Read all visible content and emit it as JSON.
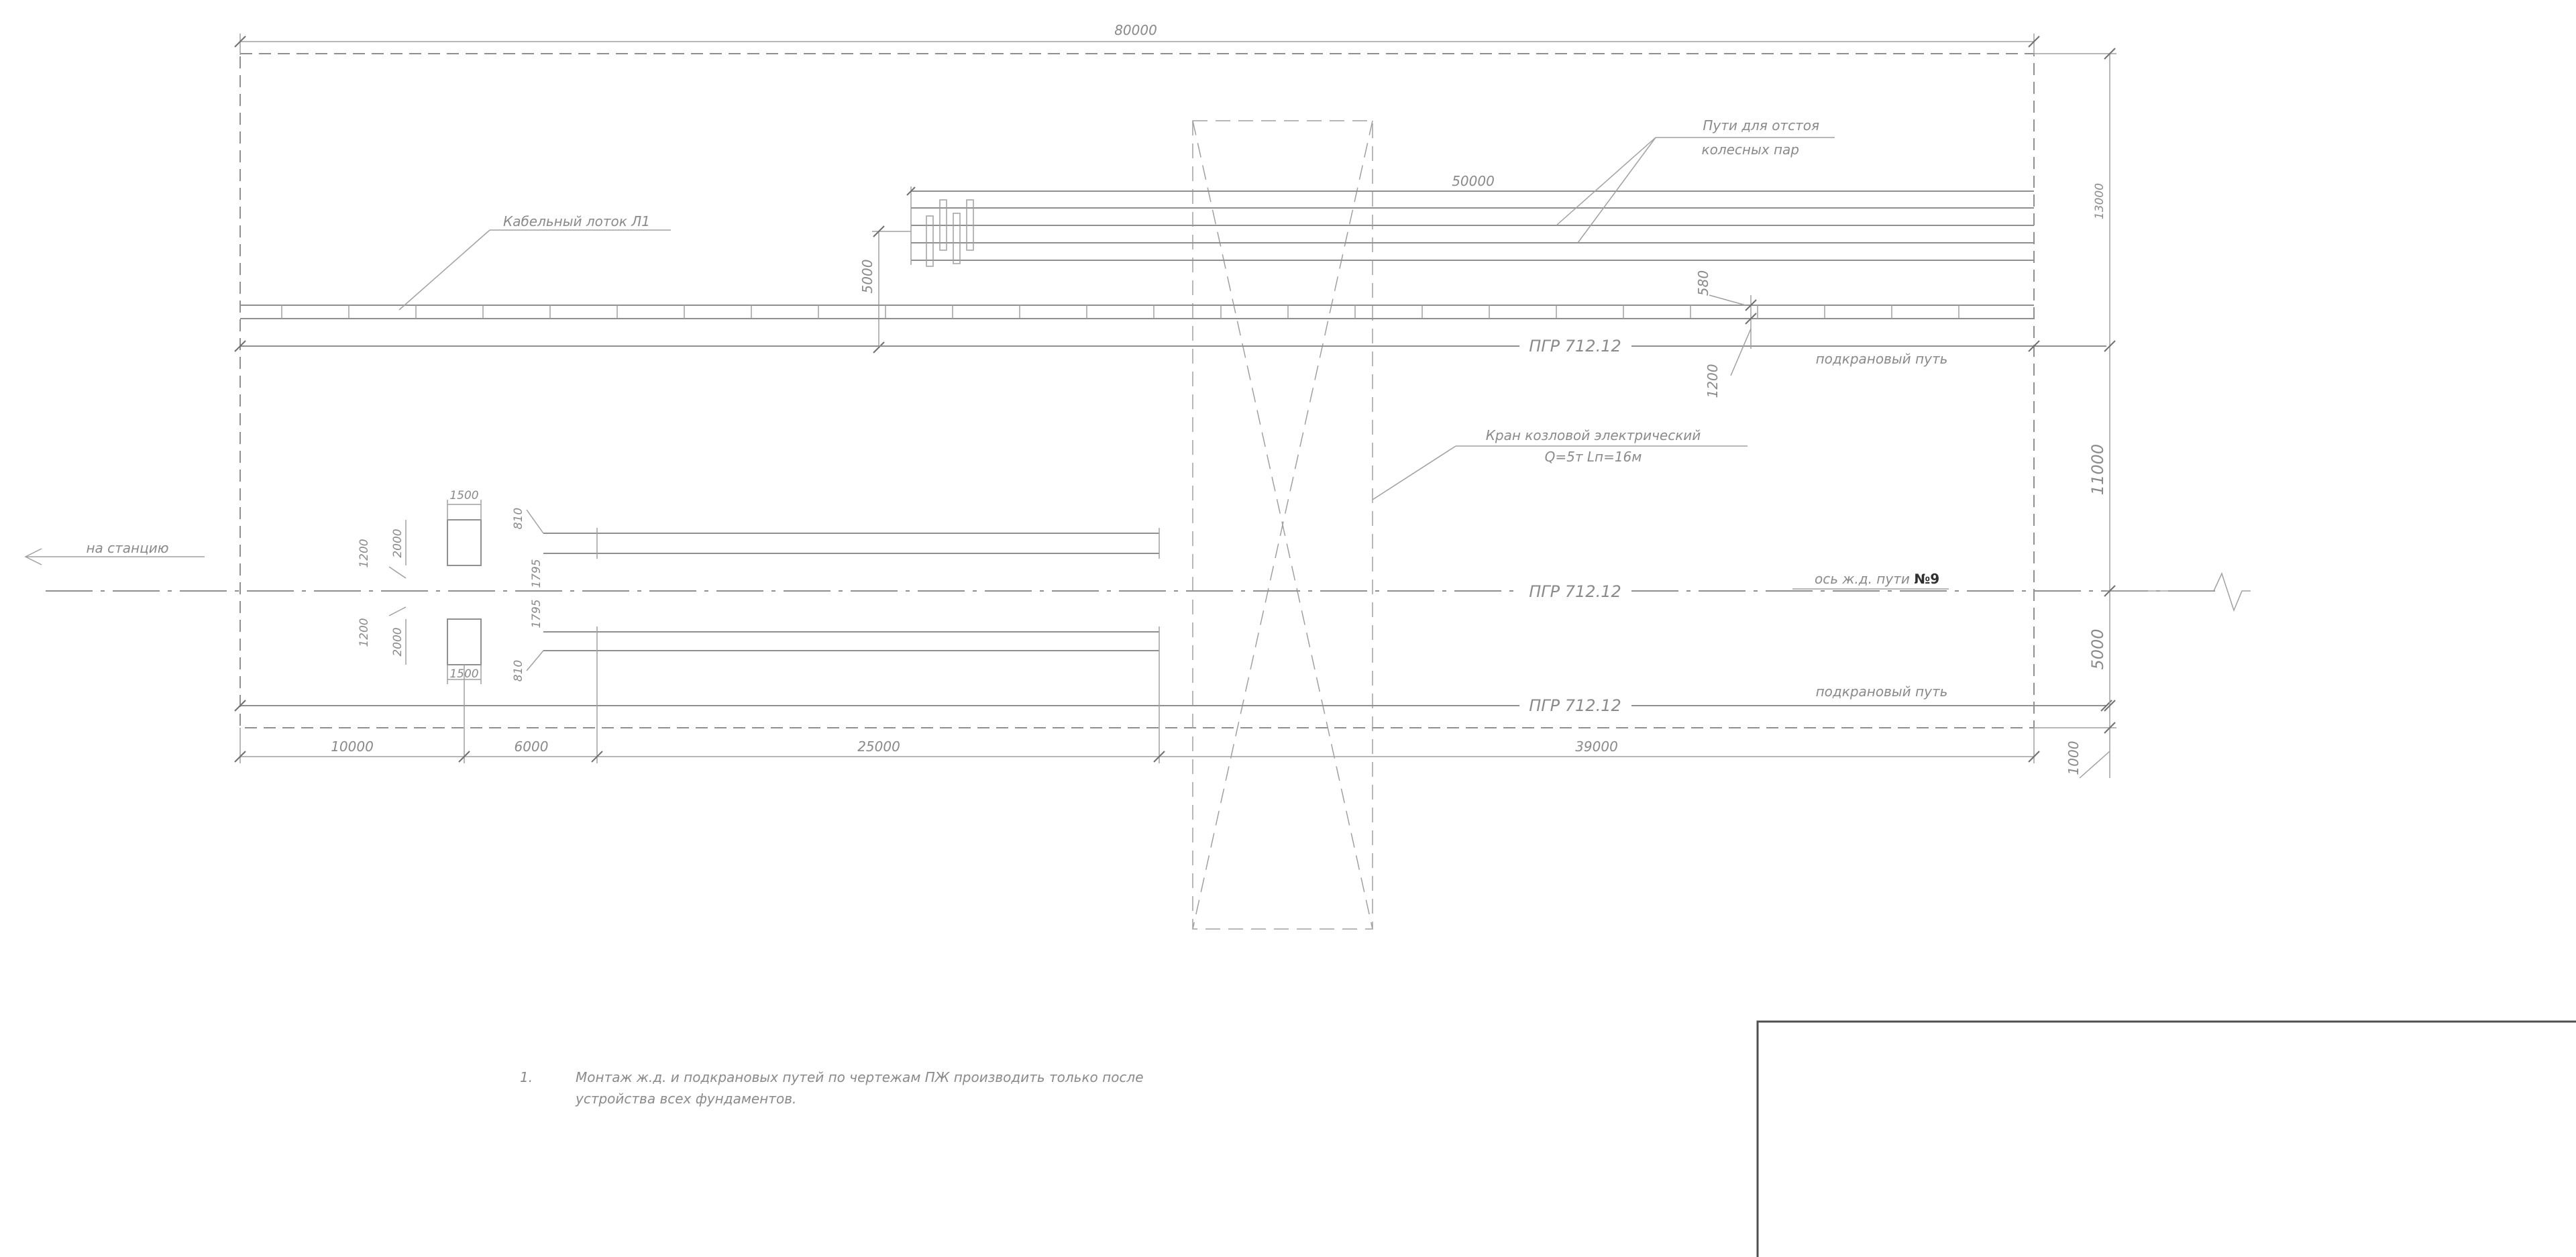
{
  "dims": {
    "overall_length": "80000",
    "storage_tracks_length": "50000",
    "height_right_top": "13000",
    "height_right_mid": "11000",
    "height_right_low": "5000",
    "height_right_bottom": "1000",
    "storage_offset": "5000",
    "dim_580": "580",
    "dim_1200_top": "1200",
    "bottom_10000": "10000",
    "bottom_6000": "6000",
    "bottom_25000": "25000",
    "bottom_39000": "39000",
    "fdn_1500_top": "1500",
    "fdn_1500_bottom": "1500",
    "fdn_2000_top": "2000",
    "fdn_2000_bottom": "2000",
    "fdn_1200_top": "1200",
    "fdn_1200_bottom": "1200",
    "fdn_810_top": "810",
    "fdn_810_bottom": "810",
    "fdn_1795_top": "1795",
    "fdn_1795_bottom": "1795"
  },
  "labels": {
    "storage_tracks_line1": "Пути для отстоя",
    "storage_tracks_line2": "колесных пар",
    "cable_tray": "Кабельный лоток Л1",
    "crane_line1": "Кран козловой электрический",
    "crane_line2": "Q=5т Lп=16м",
    "to_station": "на станцию",
    "rail_top": "ПГР 712.12",
    "rail_axis": "ПГР 712.12",
    "rail_bottom": "ПГР 712.12",
    "crane_track_top": "подкрановый путь",
    "crane_track_bottom": "подкрановый путь",
    "track_axis_prefix": "ось ж.д. пути",
    "track_axis_number": "№9"
  },
  "notes": {
    "note1_number": "1.",
    "note1_line1": "Монтаж ж.д. и подкрановых путей по чертежам ПЖ производить только после",
    "note1_line2": "устройства всех фундаментов."
  }
}
